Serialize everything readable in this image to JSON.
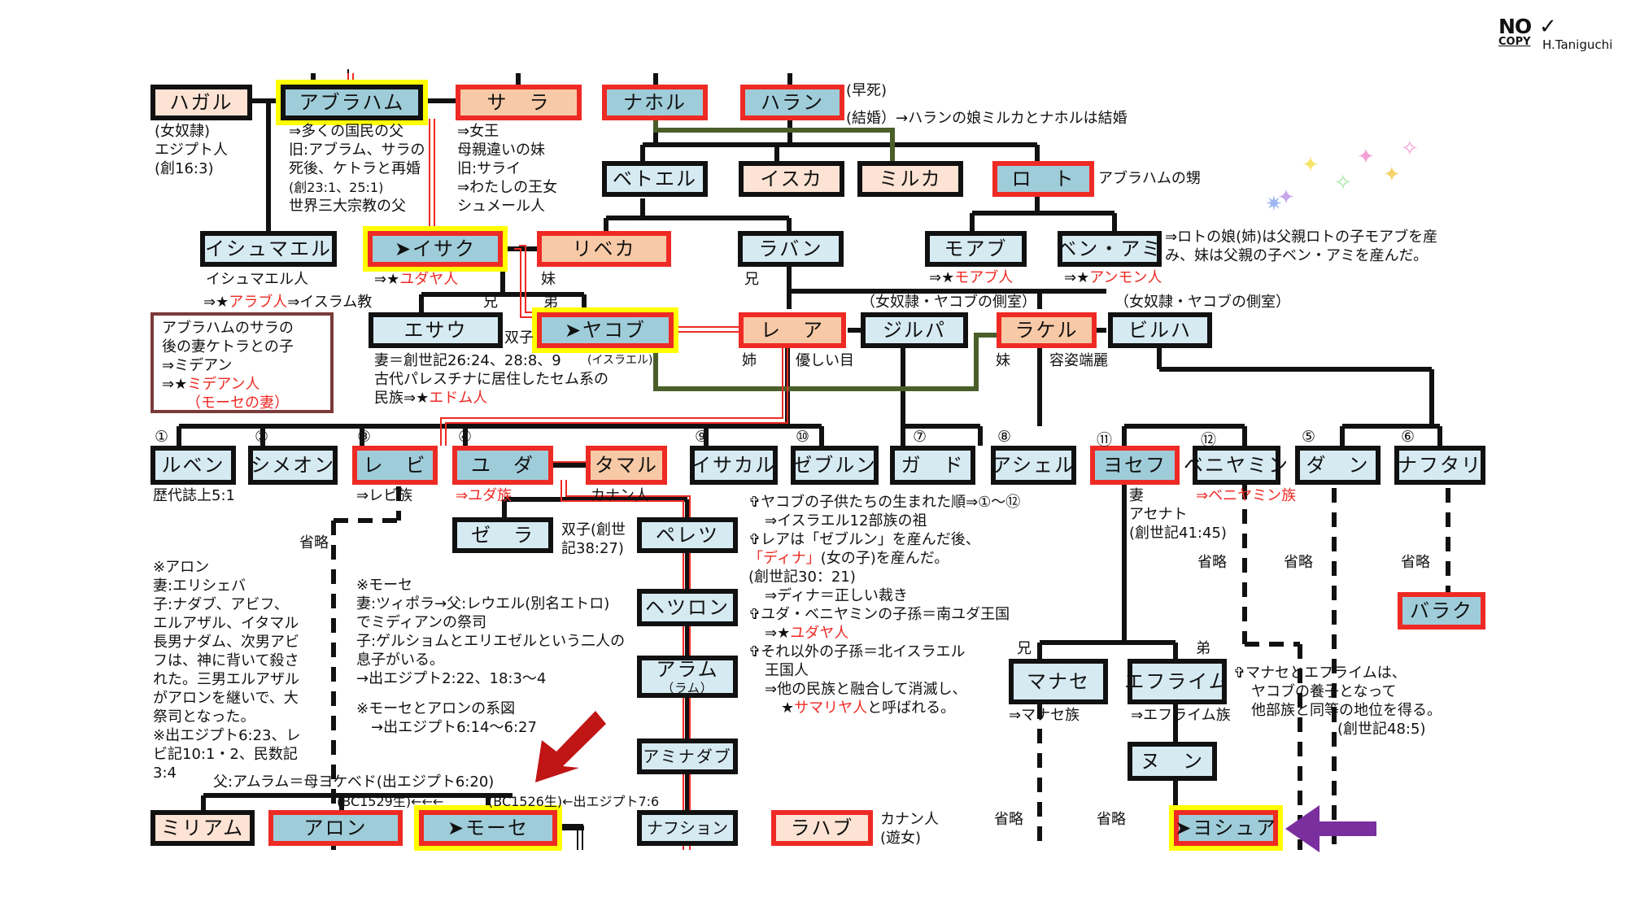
{
  "watermark": {
    "no": "NO",
    "copy": "COPY",
    "name": "H.Taniguchi"
  },
  "nodes": {
    "hagar": "ハガル",
    "abraham": "アブラハム",
    "sarah": "サ　ラ",
    "nahor": "ナホル",
    "haran": "ハラン",
    "bethuel": "ベトエル",
    "iska": "イスカ",
    "milcah": "ミルカ",
    "lot": "ロ　ト",
    "ishmael": "イシュマエル",
    "isaac": "➤イサク",
    "rebekah": "リベカ",
    "laban": "ラバン",
    "moab": "モアブ",
    "benammi": "ベン・アミ",
    "esau": "エサウ",
    "jacob": "➤ヤコブ",
    "leah": "レ　ア",
    "zilpah": "ジルパ",
    "rachel": "ラケル",
    "bilhah": "ビルハ",
    "reuben": "ルベン",
    "simeon": "シメオン",
    "levi": "レ　ビ",
    "judah": "ユ　ダ",
    "tamar": "タマル",
    "issachar": "イサカル",
    "zebulun": "ゼブルン",
    "gad": "ガ　ド",
    "asher": "アシェル",
    "joseph": "ヨセフ",
    "benjamin": "ベニヤミン",
    "dan": "ダ　ン",
    "naphtali": "ナフタリ",
    "zerah": "ゼ　ラ",
    "perez": "ペレツ",
    "hezron": "ヘツロン",
    "aram": "アラム",
    "aram_sub": "（ラム）",
    "amminadab": "アミナダブ",
    "nahshon": "ナフション",
    "rahab": "ラハブ",
    "miriam": "ミリアム",
    "aaron": "アロン",
    "moses": "➤モーセ",
    "barak": "バラク",
    "manasseh": "マナセ",
    "ephraim": "エフライム",
    "nun": "ヌ　ン",
    "joshua": "➤ヨシュア"
  },
  "notes": {
    "hagar_1": "(女奴隷)",
    "hagar_2": "エジプト人",
    "hagar_3": "(創16:3)",
    "abraham_1": "⇒多くの国民の父",
    "abraham_2": "旧:アブラム、サラの",
    "abraham_3": "死後、ケトラと再婚",
    "abraham_4": "(創23:1、25:1)",
    "abraham_5": "世界三大宗教の父",
    "sarah_1": "⇒女王",
    "sarah_2": "母親違いの妹",
    "sarah_3": "旧:サライ",
    "sarah_4": "⇒わたしの王女",
    "sarah_5": "シュメール人",
    "haran_1": "(早死)",
    "haran_2": "(結婚）→ハランの娘ミルカとナホルは結婚",
    "lot_1": "アブラハムの甥",
    "benammi_1": "⇒ロトの娘(姉)は父親ロトの子モアブを産",
    "benammi_2": "み、妹は父親の子ベン・アミを産んだ。",
    "moab_pre": "⇒★",
    "moab_red": "モアブ人",
    "ammon_pre": "⇒★",
    "ammon_red": "アンモン人",
    "ishmael_1": "イシュマエル人",
    "arab_pre": "⇒★",
    "arab_red": "アラブ人",
    "arab_post": "⇒イスラム教",
    "isaac_pre": "⇒★",
    "isaac_red": "ユダヤ人",
    "rebekah_1": "妹",
    "laban_1": "兄",
    "esau_bro": "兄",
    "jacob_bro": "弟",
    "zilpah_1": "（女奴隷・ヤコブの側室）",
    "bilhah_1": "（女奴隷・ヤコブの側室）",
    "twins": "双子",
    "israel": "(イスラエル)",
    "leah_1": "姉",
    "leah_2": "優しい目",
    "rachel_1": "妹",
    "rachel_2": "容姿端麗",
    "esau_1": "妻＝創世記26:24、28:8、9",
    "esau_2": "古代パレスチナに居住したセム系の",
    "esau_3_pre": "民族⇒★",
    "esau_3_red": "エドム人",
    "keturah_1": "アブラハムのサラの",
    "keturah_2": "後の妻ケトラとの子",
    "keturah_3": "⇒ミデアン",
    "keturah_4_pre": "⇒★",
    "keturah_4_red": "ミデアン人",
    "keturah_5": "（モーセの妻）",
    "reuben_1": "歴代誌上5:1",
    "levi_1": "⇒レビ族",
    "judah_1": "⇒ユダ族",
    "tamar_1": "カナン人",
    "zerah_1": "双子(創世",
    "zerah_2": "記38:27)",
    "benjamin_1": "⇒ベニヤミン族",
    "joseph_1": "妻",
    "joseph_2": "アセナト",
    "joseph_3": "(創世記41:45)",
    "omit": "省略",
    "aaron_1": "※アロン",
    "aaron_2": "妻:エリシェバ",
    "aaron_3": "子:ナダブ、アビフ、",
    "aaron_4": "エルアザル、イタマル",
    "aaron_5": "長男ナダム、次男アビ",
    "aaron_6": "フは、神に背いて殺さ",
    "aaron_7": "れた。三男エルアザル",
    "aaron_8": "がアロンを継いで、大",
    "aaron_9": "祭司となった。",
    "aaron_10": "※出エジプト6:23、レ",
    "aaron_11": "ビ記10:1・2、民数記",
    "aaron_12": "3:4",
    "moses_1": "※モーセ",
    "moses_2": "妻:ツィポラ→父:レウエル(別名エトロ)",
    "moses_3": "でミディアンの祭司",
    "moses_4": "子:ゲルショムとエリエゼルという二人の",
    "moses_5": "息子がいる。",
    "moses_6": "→出エジプト2:22、18:3〜4",
    "moses_7": "※モーセとアロンの系図",
    "moses_8": "→出エジプト6:14〜6:27",
    "parents": "父:アムラム＝母ヨケベド(出エジプト6:20)",
    "aaron_birth": "(BC1529生)←←←",
    "moses_birth": "(BC1526生)←出エジプト7:6",
    "rahab_1": "カナン人",
    "rahab_2": "(遊女)",
    "jac_1": "✞ヤコブの子供たちの生まれた順⇒①〜⑫",
    "jac_2": "⇒イスラエル12部族の祖",
    "jac_3": "✞レアは「ゼブルン」を産んだ後、",
    "jac_4_red": "「ディナ」",
    "jac_4": "(女の子)を産んだ。",
    "jac_5": "(創世記30：21)",
    "jac_6": "⇒ディナ＝正しい裁き",
    "jac_7": "✞ユダ・ベニヤミンの子孫＝南ユダ王国",
    "jac_8_pre": "⇒★",
    "jac_8_red": "ユダヤ人",
    "jac_9": "✞それ以外の子孫＝北イスラエル",
    "jac_10": "王国人",
    "jac_11": "⇒他の民族と融合して消滅し、",
    "jac_12_pre": "★",
    "jac_12_red": "サマリヤ人",
    "jac_12_post": "と呼ばれる。",
    "manasseh_bro": "兄",
    "ephraim_bro": "弟",
    "manasseh_1": "⇒マナセ族",
    "ephraim_1": "⇒エフライム族",
    "eph_1": "✞マナセとエフライムは、",
    "eph_2": "ヤコブの養子となって",
    "eph_3": "他部族と同等の地位を得る。",
    "eph_4": "(創世記48:5)"
  },
  "numbers": [
    "①",
    "②",
    "③",
    "④",
    "⑨",
    "⑩",
    "⑦",
    "⑧",
    "⑪",
    "⑫",
    "⑤",
    "⑥"
  ],
  "colors": {
    "blue": "#d6eaf2",
    "orange": "#f8c9a6",
    "pink": "#fde3d3",
    "teal": "#9fccd9",
    "red": "#ee2a24",
    "yellow": "#ffff00",
    "green": "#4a5e2a",
    "purple": "#7b2f9e",
    "darkred": "#c01515"
  }
}
